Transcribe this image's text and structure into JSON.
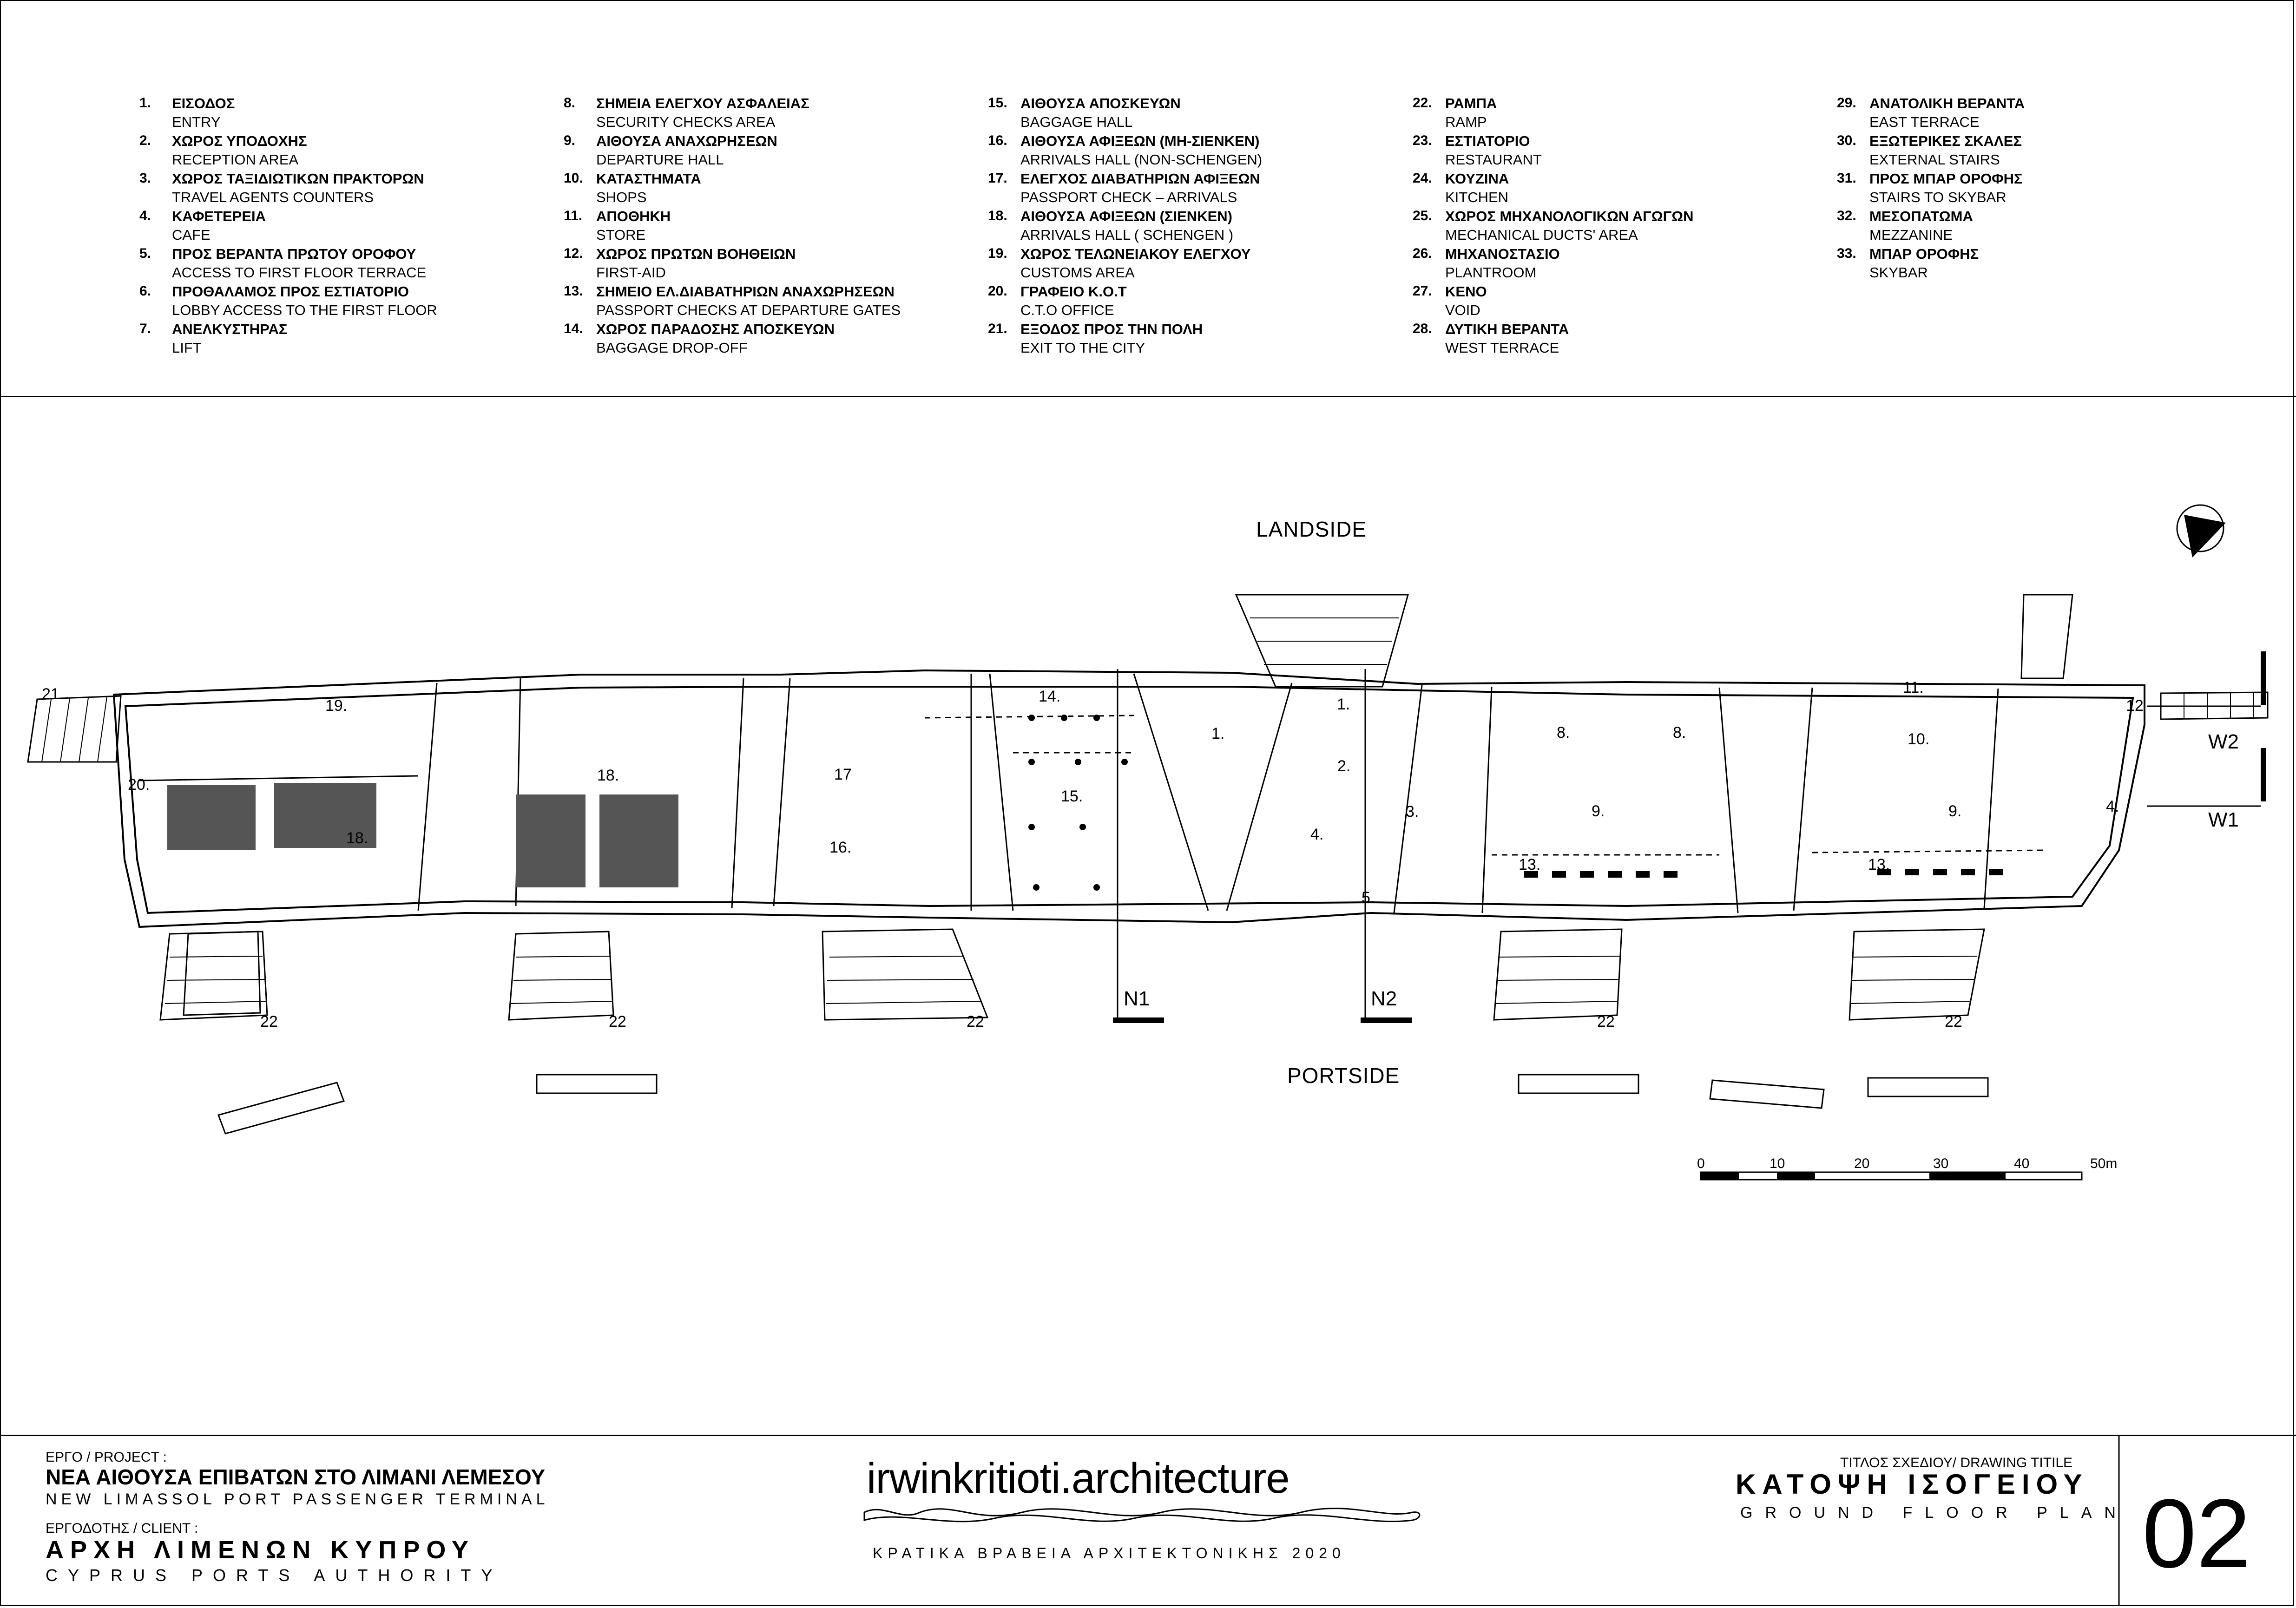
{
  "legend": [
    {
      "num": "1.",
      "gr": "ΕΙΣΟΔΟΣ",
      "en": "ENTRY"
    },
    {
      "num": "2.",
      "gr": "ΧΩΡΟΣ ΥΠΟΔΟΧΗΣ",
      "en": "RECEPTION AREA"
    },
    {
      "num": "3.",
      "gr": "ΧΩΡΟΣ ΤΑΞΙΔΙΩΤΙΚΩΝ ΠΡΑΚΤΟΡΩΝ",
      "en": "TRAVEL AGENTS COUNTERS"
    },
    {
      "num": "4.",
      "gr": "ΚΑΦΕΤΕΡΕΙΑ",
      "en": "CAFE"
    },
    {
      "num": "5.",
      "gr": "ΠΡΟΣ ΒΕΡΑΝΤΑ ΠΡΩΤΟΥ ΟΡΟΦΟΥ",
      "en": "ACCESS TO FIRST FLOOR TERRACE"
    },
    {
      "num": "6.",
      "gr": "ΠΡΟΘΑΛΑΜΟΣ ΠΡΟΣ ΕΣΤΙΑΤΟΡΙΟ",
      "en": "LOBBY ACCESS TO THE FIRST FLOOR"
    },
    {
      "num": "7.",
      "gr": "ΑΝΕΛΚΥΣΤΗΡΑΣ",
      "en": "LIFT"
    },
    {
      "num": "8.",
      "gr": "ΣΗΜΕΙΑ ΕΛΕΓΧΟΥ ΑΣΦΑΛΕΙΑΣ",
      "en": "SECURITY CHECKS AREA"
    },
    {
      "num": "9.",
      "gr": "ΑΙΘΟΥΣΑ ΑΝΑΧΩΡΗΣΕΩΝ",
      "en": "DEPARTURE HALL"
    },
    {
      "num": "10.",
      "gr": "ΚΑΤΑΣΤΗΜΑΤΑ",
      "en": "SHOPS"
    },
    {
      "num": "11.",
      "gr": "ΑΠΟΘΗΚΗ",
      "en": "STORE"
    },
    {
      "num": "12.",
      "gr": "ΧΩΡΟΣ ΠΡΩΤΩΝ ΒΟΗΘΕΙΩΝ",
      "en": "FIRST-AID"
    },
    {
      "num": "13.",
      "gr": "ΣΗΜΕΙΟ ΕΛ.ΔΙΑΒΑΤΗΡΙΩΝ ΑΝΑΧΩΡΗΣΕΩΝ",
      "en": "PASSPORT CHECKS AT DEPARTURE GATES"
    },
    {
      "num": "14.",
      "gr": "ΧΩΡΟΣ ΠΑΡΑΔΟΣΗΣ ΑΠΟΣΚΕΥΩΝ",
      "en": "BAGGAGE DROP-OFF"
    },
    {
      "num": "15.",
      "gr": "ΑΙΘΟΥΣΑ ΑΠΟΣΚΕΥΩΝ",
      "en": "BAGGAGE HALL"
    },
    {
      "num": "16.",
      "gr": "ΑΙΘΟΥΣΑ ΑΦΙΞΕΩΝ (ΜΗ-ΣΙΕΝΚΕΝ)",
      "en": "ARRIVALS HALL (NON-SCHENGEN)"
    },
    {
      "num": "17.",
      "gr": "ΕΛΕΓΧΟΣ ΔΙΑΒΑΤΗΡΙΩΝ ΑΦΙΞΕΩΝ",
      "en": "PASSPORT CHECK – ARRIVALS"
    },
    {
      "num": "18.",
      "gr": "ΑΙΘΟΥΣΑ ΑΦΙΞΕΩΝ (ΣΙΕΝΚΕΝ)",
      "en": "ARRIVALS HALL  ( SCHENGEN )"
    },
    {
      "num": "19.",
      "gr": "ΧΩΡΟΣ ΤΕΛΩΝΕΙΑΚΟΥ ΕΛΕΓΧΟΥ",
      "en": "CUSTOMS  AREA"
    },
    {
      "num": "20.",
      "gr": "ΓΡΑΦΕΙΟ Κ.Ο.Τ",
      "en": "C.T.O OFFICE"
    },
    {
      "num": "21.",
      "gr": "ΕΞΟΔΟΣ ΠΡΟΣ ΤΗΝ ΠΟΛΗ",
      "en": "EXIT TO THE CITY"
    },
    {
      "num": "22.",
      "gr": "ΡΑΜΠΑ",
      "en": "RAMP"
    },
    {
      "num": "23.",
      "gr": "ΕΣΤΙΑΤΟΡΙΟ",
      "en": "RESTAURANT"
    },
    {
      "num": "24.",
      "gr": "ΚΟΥΖΙΝΑ",
      "en": "KITCHEN"
    },
    {
      "num": "25.",
      "gr": "ΧΩΡΟΣ ΜΗΧΑΝΟΛΟΓΙΚΩΝ ΑΓΩΓΩΝ",
      "en": "MECHANICAL DUCTS' AREA"
    },
    {
      "num": "26.",
      "gr": "ΜΗΧΑΝΟΣΤΑΣΙΟ",
      "en": "PLANTROOM"
    },
    {
      "num": "27.",
      "gr": "ΚΕΝΟ",
      "en": "VOID"
    },
    {
      "num": "28.",
      "gr": "ΔΥΤΙΚΗ ΒΕΡΑΝΤΑ",
      "en": "WEST TERRACE"
    },
    {
      "num": "29.",
      "gr": "ΑΝΑΤΟΛΙΚΗ ΒΕΡΑΝΤΑ",
      "en": "EAST TERRACE"
    },
    {
      "num": "30.",
      "gr": "ΕΞΩΤΕΡΙΚΕΣ ΣΚΑΛΕΣ",
      "en": "EXTERNAL STAIRS"
    },
    {
      "num": "31.",
      "gr": "ΠΡΟΣ ΜΠΑΡ ΟΡΟΦΗΣ",
      "en": "STAIRS TO SKYBAR"
    },
    {
      "num": "32.",
      "gr": "ΜΕΣΟΠΑΤΩΜΑ",
      "en": "MEZZANINE"
    },
    {
      "num": "33.",
      "gr": "ΜΠΑΡ ΟΡΟΦΗΣ",
      "en": "SKYBAR"
    }
  ],
  "plan": {
    "landside": "LANDSIDE",
    "portside": "PORTSIDE",
    "room_labels": [
      "21.",
      "19.",
      "20.",
      "18.",
      "18.",
      "17",
      "16.",
      "14.",
      "15.",
      "1.",
      "1.",
      "2.",
      "3.",
      "4.",
      "5.",
      "8.",
      "8.",
      "9.",
      "13.",
      "11.",
      "10.",
      "9.",
      "13.",
      "12",
      "4.",
      "22",
      "22",
      "22",
      "22",
      "22"
    ],
    "markers": [
      "N1",
      "N2",
      "W1",
      "W2"
    ]
  },
  "scale": {
    "ticks": [
      "0",
      "10",
      "20",
      "30",
      "40",
      "50m"
    ]
  },
  "title_block": {
    "project_label": "ΕΡΓΟ / PROJECT :",
    "project_gr": "ΝΕΑ ΑΙΘΟΥΣΑ ΕΠΙΒΑΤΩΝ ΣΤΟ ΛΙΜΑΝΙ ΛΕΜΕΣΟΥ",
    "project_en": "NEW LIMASSOL PORT PASSENGER TERMINAL",
    "client_label": "ΕΡΓΟΔΟΤΗΣ / CLIENT :",
    "client_gr": "ΑΡΧΗ ΛΙΜΕΝΩΝ ΚΥΠΡΟΥ",
    "client_en": "CYPRUS PORTS AUTHORITY",
    "firm": "irwinkritioti.architecture",
    "award": "ΚΡΑΤΙΚΑ ΒΡΑΒΕΙΑ ΑΡΧΙΤΕΚΤΟΝΙΚΗΣ 2020",
    "drawing_label": "ΤΙΤΛΟΣ ΣΧΕΔΙΟΥ/ DRAWING TITILE",
    "drawing_gr": "ΚΑΤΟΨΗ ΙΣΟΓΕΙΟΥ",
    "drawing_en": "GROUND FLOOR PLAN",
    "sheet": "02"
  }
}
